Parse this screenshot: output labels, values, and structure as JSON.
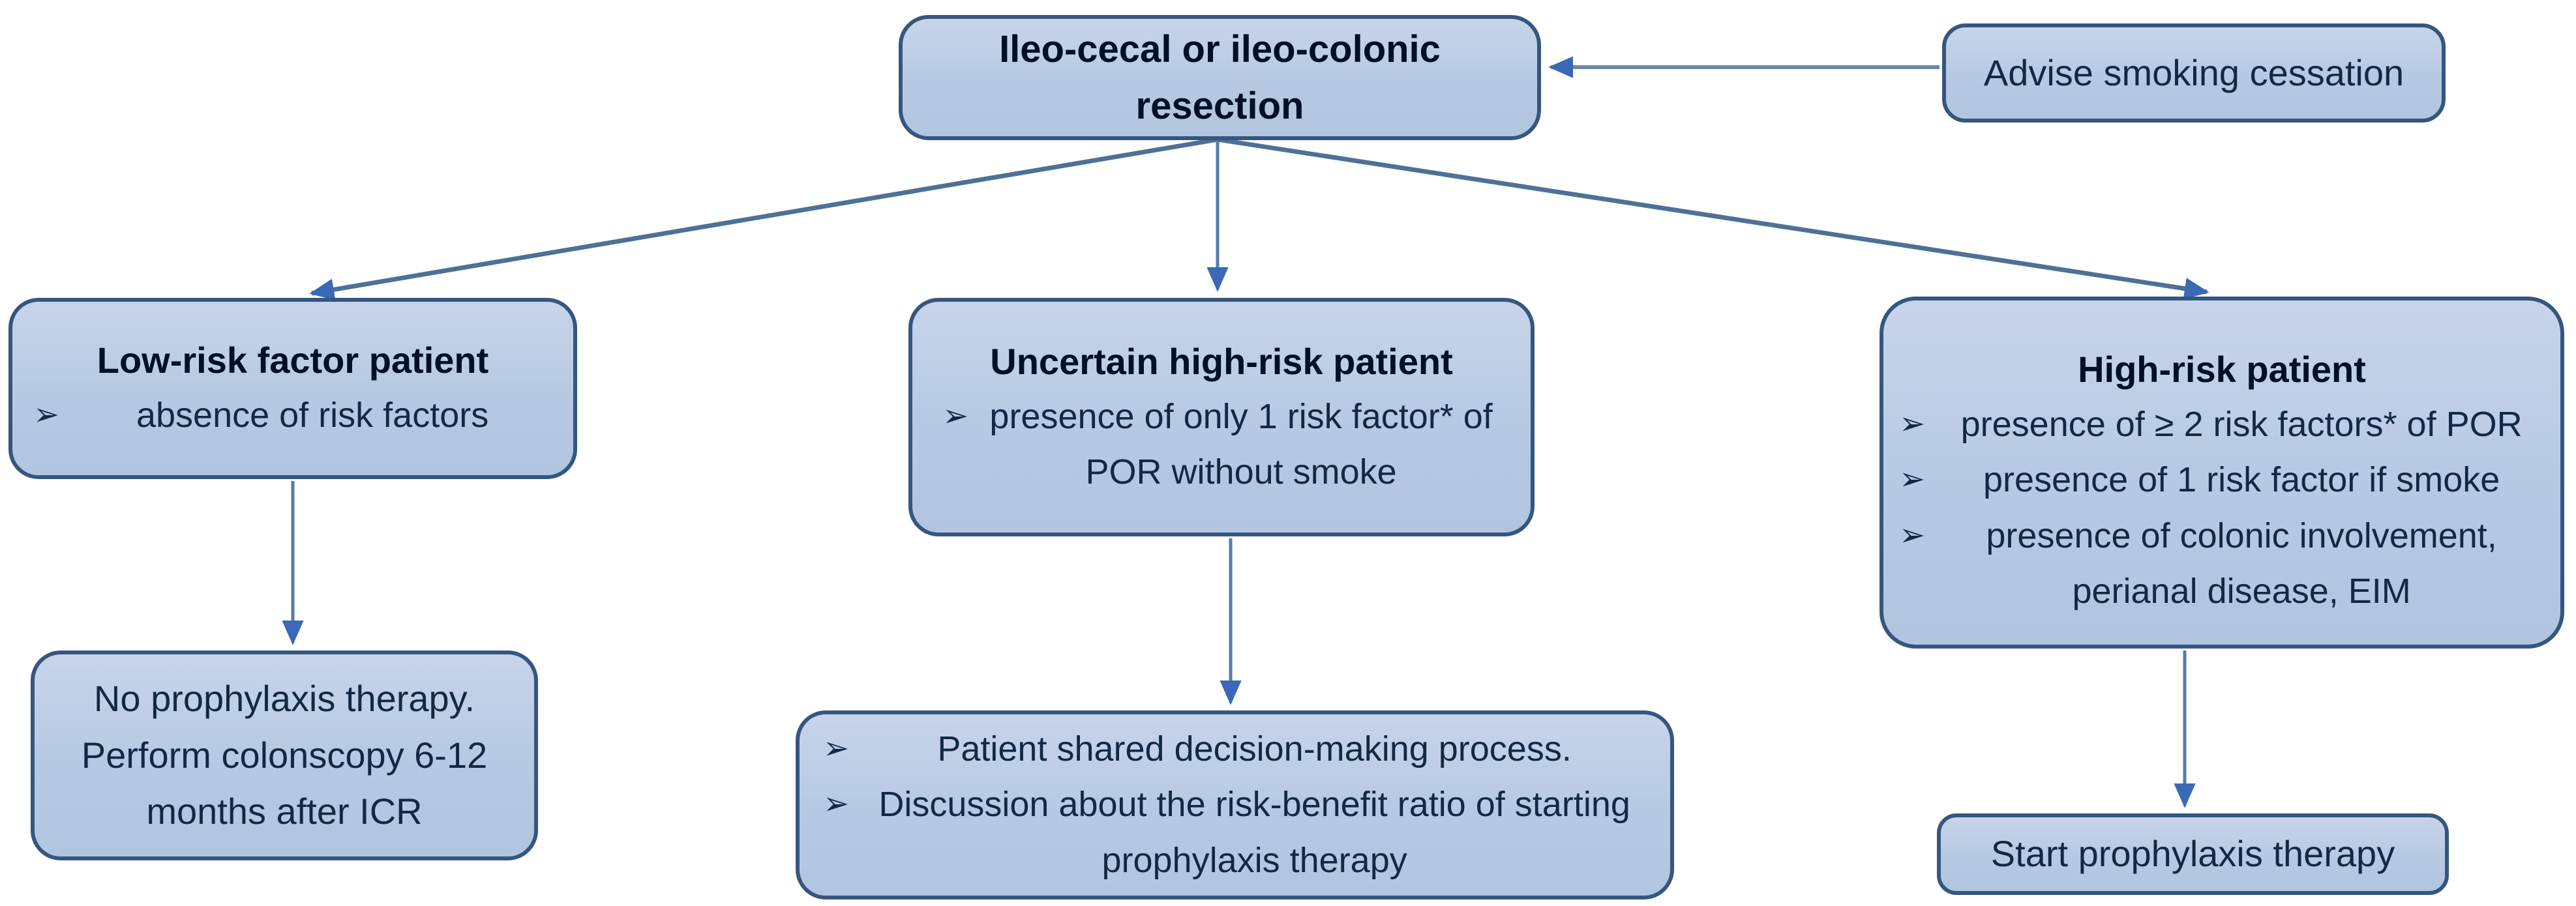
{
  "bullet_glyph": "➢",
  "colors": {
    "box_fill": "#b6c9e2",
    "box_border": "#35567e",
    "arrow_line": "#567ca8",
    "arrow_head": "#3a69b5",
    "text": "#122945"
  },
  "nodes": {
    "root": {
      "title": "Ileo-cecal or ileo-colonic resection"
    },
    "advise": {
      "label": "Advise smoking cessation"
    },
    "low_risk": {
      "title": "Low-risk factor patient",
      "bullets": [
        "absence of risk factors"
      ]
    },
    "uncertain": {
      "title": "Uncertain high-risk patient",
      "bullets": [
        "presence of only 1 risk factor* of POR without smoke"
      ]
    },
    "high_risk": {
      "title": "High-risk patient",
      "bullets": [
        "presence of ≥ 2 risk factors* of POR",
        "presence of 1 risk factor if smoke",
        "presence of colonic involvement, perianal disease, EIM"
      ]
    },
    "low_outcome": {
      "text": "No prophylaxis therapy. Perform colonscopy 6-12 months after ICR"
    },
    "uncertain_outcome": {
      "bullets": [
        "Patient shared decision-making process.",
        "Discussion about the risk-benefit ratio of starting prophylaxis therapy"
      ]
    },
    "high_outcome": {
      "text": "Start prophylaxis therapy"
    }
  }
}
